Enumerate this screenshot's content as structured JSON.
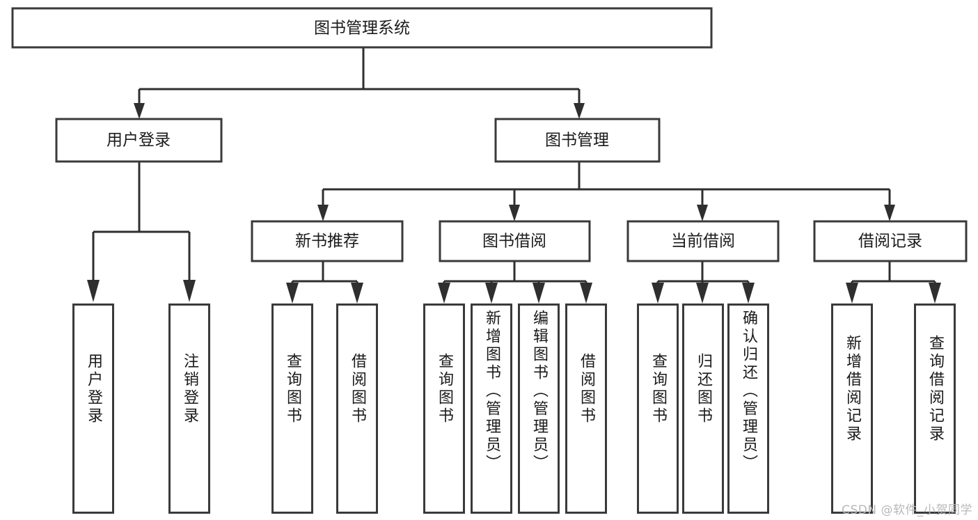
{
  "diagram": {
    "title": "图书管理系统",
    "type": "tree",
    "watermark": "CSDN @软件_小贺同学",
    "levels": {
      "root": {
        "label": "图书管理系统"
      },
      "level2": [
        {
          "label": "用户登录"
        },
        {
          "label": "图书管理"
        }
      ],
      "level3": [
        {
          "label": "新书推荐"
        },
        {
          "label": "图书借阅"
        },
        {
          "label": "当前借阅"
        },
        {
          "label": "借阅记录"
        }
      ],
      "level4": [
        {
          "label": "用户登录",
          "parent": "用户登录"
        },
        {
          "label": "注销登录",
          "parent": "用户登录"
        },
        {
          "label": "查询图书",
          "parent": "新书推荐"
        },
        {
          "label": "借阅图书",
          "parent": "新书推荐"
        },
        {
          "label": "查询图书",
          "parent": "图书借阅"
        },
        {
          "label": "新增图书（管理员）",
          "parent": "图书借阅"
        },
        {
          "label": "编辑图书（管理员）",
          "parent": "图书借阅"
        },
        {
          "label": "借阅图书",
          "parent": "图书借阅"
        },
        {
          "label": "查询图书",
          "parent": "当前借阅"
        },
        {
          "label": "归还图书",
          "parent": "当前借阅"
        },
        {
          "label": "确认归还（管理员）",
          "parent": "当前借阅"
        },
        {
          "label": "新增借阅记录",
          "parent": "借阅记录"
        },
        {
          "label": "查询借阅记录",
          "parent": "借阅记录"
        }
      ]
    },
    "colors": {
      "box_stroke": "#3a3a3a",
      "line": "#2f2f2f",
      "background": "#ffffff",
      "text": "#1a1a1a",
      "watermark": "#b8b8b8"
    }
  }
}
